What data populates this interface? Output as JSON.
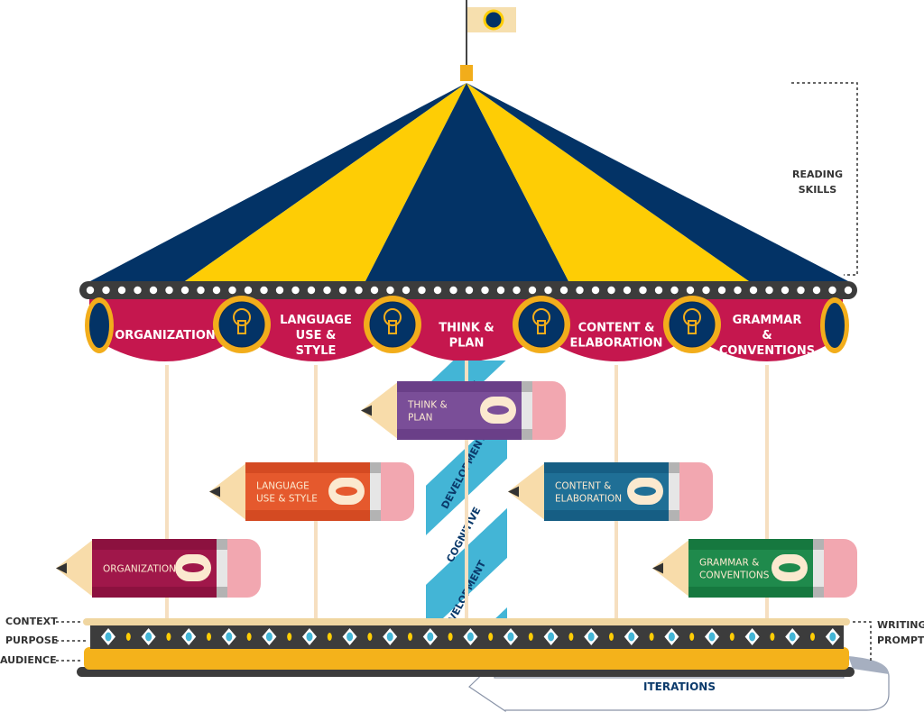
{
  "colors": {
    "navy": "#033366",
    "yellow": "#fecd05",
    "crimson": "#c5174e",
    "rim": "#3c3c3c",
    "gold": "#f2ad1b",
    "cyan": "#43b5d6",
    "cream": "#f0d6a1"
  },
  "canopy_labels": [
    [
      "ORGANIZATION"
    ],
    [
      "LANGUAGE",
      "USE &",
      "STYLE"
    ],
    [
      "THINK &",
      "PLAN"
    ],
    [
      "CONTENT &",
      "ELABORATION"
    ],
    [
      "GRAMMAR",
      "&",
      "CONVENTIONS"
    ]
  ],
  "pencils": [
    {
      "lines": [
        "THINK &",
        "PLAN"
      ],
      "color": "#7a4e98",
      "dark": "#6a3f88",
      "icon": "horse-icon"
    },
    {
      "lines": [
        "LANGUAGE",
        "USE & STYLE"
      ],
      "color": "#e5592d",
      "dark": "#d44a22",
      "icon": "horse-icon"
    },
    {
      "lines": [
        "CONTENT &",
        "ELABORATION"
      ],
      "color": "#1f6f96",
      "dark": "#165e84",
      "icon": "horse-icon"
    },
    {
      "lines": [
        "ORGANIZATION"
      ],
      "color": "#a0174a",
      "dark": "#8c113f",
      "icon": "horse-icon"
    },
    {
      "lines": [
        "GRAMMAR &",
        "CONVENTIONS"
      ],
      "color": "#1f8a4c",
      "dark": "#16783f",
      "icon": "horse-icon"
    }
  ],
  "center_pole": {
    "words": [
      "COGNITIVE",
      "DEVELOPMENT",
      "COGNITIVE",
      "DEVELOPMENT"
    ]
  },
  "reading_skills": [
    "READING",
    "SKILLS"
  ],
  "base_labels": {
    "context": "CONTEXT",
    "purpose": "PURPOSE",
    "audience": "AUDIENCE"
  },
  "writing_prompt": [
    "WRITING",
    "PROMPT"
  ],
  "iterations": "ITERATIONS"
}
